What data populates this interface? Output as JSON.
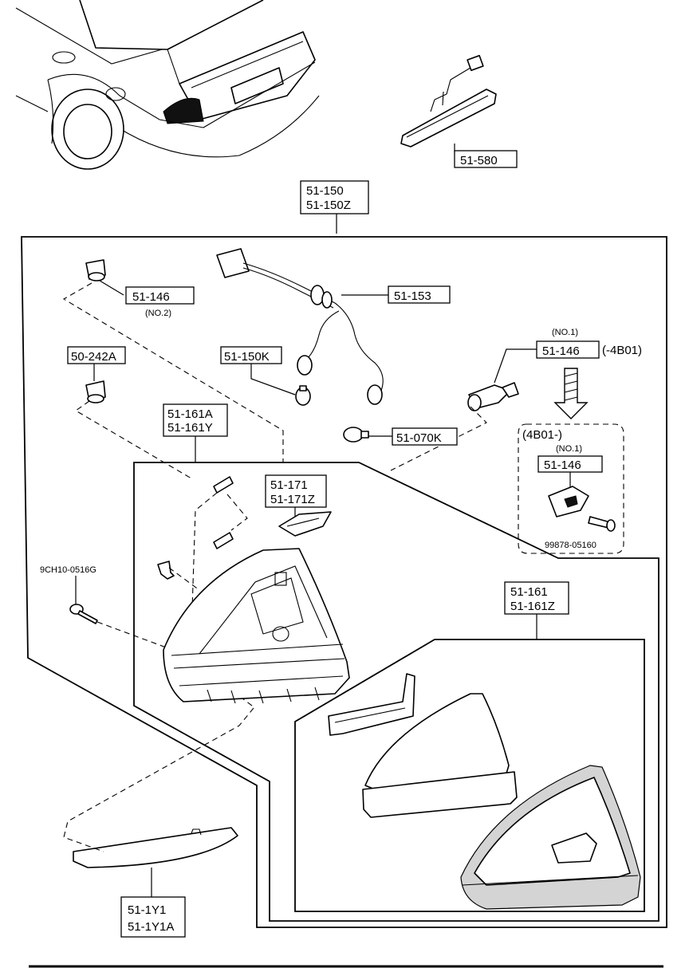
{
  "parts": {
    "high_mount_stop_lamp": "51-580",
    "rear_combination_lamp_a": "51-150",
    "rear_combination_lamp_b": "51-150Z",
    "socket_no2": "51-146",
    "socket_no2_note": "(NO.2)",
    "wiring_harness": "51-153",
    "grommet": "50-242A",
    "bulb_small": "51-150K",
    "socket_no1_note": "(NO.1)",
    "socket_no1": "51-146",
    "socket_no1_range": "(-4B01)",
    "bulb": "51-070K",
    "gasket_a": "51-161A",
    "gasket_b": "51-161Y",
    "bracket_a": "51-171",
    "bracket_b": "51-171Z",
    "variant_range": "(4B01-)",
    "variant_socket_note": "(NO.1)",
    "variant_socket": "51-146",
    "variant_screw": "99878-05160",
    "screw": "9CH10-0516G",
    "lens_a": "51-161",
    "lens_b": "51-161Z",
    "reflector_a": "51-1Y1",
    "reflector_b": "51-1Y1A"
  }
}
